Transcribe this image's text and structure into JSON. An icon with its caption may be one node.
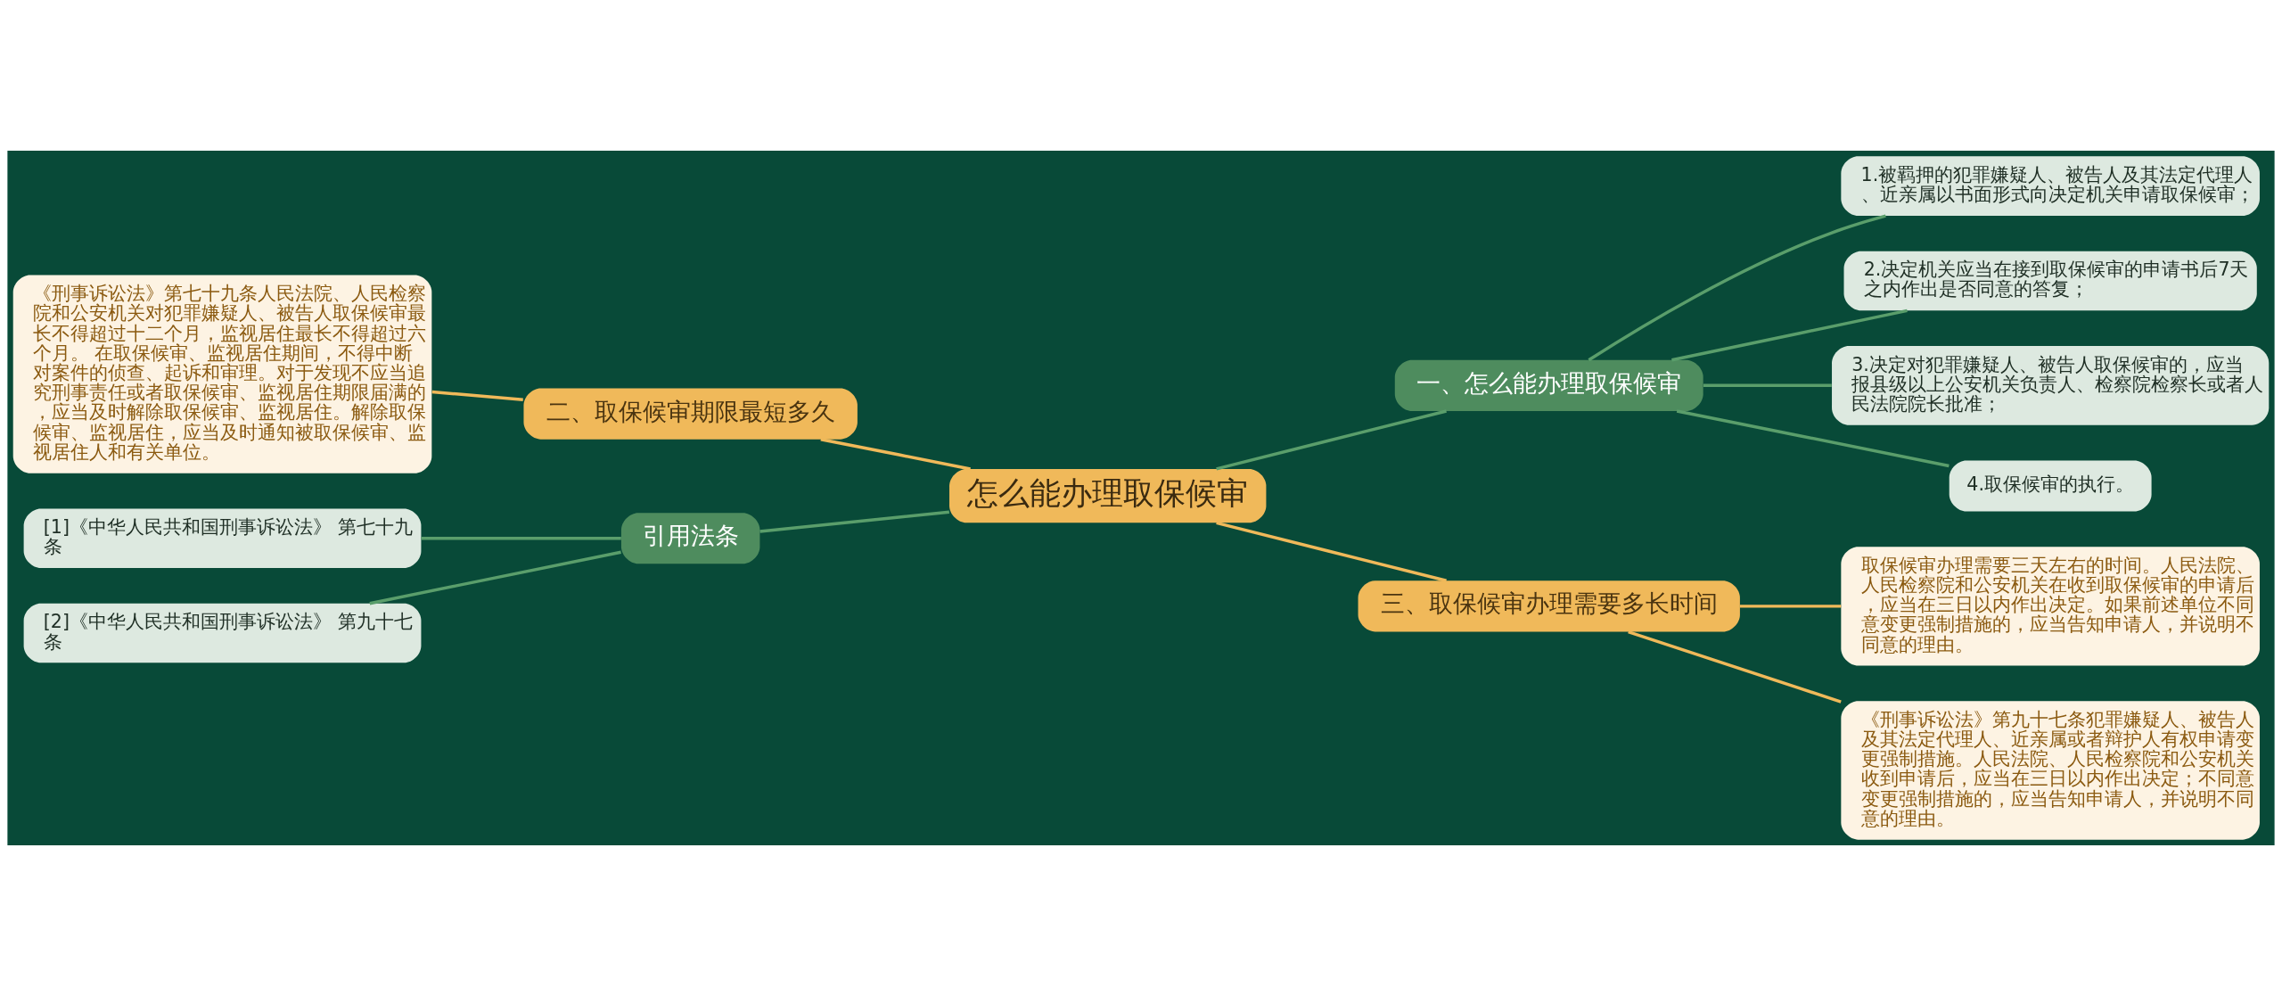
{
  "diagram": {
    "nodes": [
      {
        "text": [
          "怎么能办理取保候审"
        ]
      },
      {
        "text": [
          "一、怎么能办理取保候审"
        ]
      },
      {
        "text": [
          "1.被羁押的犯罪嫌疑人、被告人及其法定代理人、近亲属以书面形式向决定机关申请取保候审；"
        ]
      },
      {
        "text": [
          "2.决定机关应当在接到取保候审的申请书后7天之内作出是否同意的答复；"
        ]
      },
      {
        "text": [
          "3.决定对犯罪嫌疑人、被告人取保候审的，应当报县级以上公安机关负责人、检察院检察长或者人民法院院长批准；"
        ]
      },
      {
        "text": [
          "4.取保候审的执行。"
        ]
      },
      {
        "text": [
          "二、取保候审期限最短多久"
        ]
      },
      {
        "text": [
          "《刑事诉讼法》第七十九条人民法院、人民检察院和公安机关对犯罪嫌疑人、被告人取保候审最长不得超过十二个月，监视居住最长不得超过六个月。 在取保候审、监视居住期间，不得中断对案件的侦查、起诉和审理。对于发现不应当追究刑事责任或者取保候审、监视居住期限届满的，应当及时解除取保候审、监视居住。解除取保候审、监视居住，应当及时通知被取保候审、监视居住人和有关单位。"
        ]
      },
      {
        "text": [
          "三、取保候审办理需要多长时间"
        ]
      },
      {
        "text": [
          "取保候审办理需要三天左右的时间。人民法院、人民检察院和公安机关在收到取保候审的申请后，应当在三日以内作出决定。如果前述单位不同意变更强制措施的，应当告知申请人，并说明不同意的理由。"
        ]
      },
      {
        "text": [
          "《刑事诉讼法》第九十七条犯罪嫌疑人、被告人及其法定代理人、近亲属或者辩护人有权申请变更强制措施。人民法院、人民检察院和公安机关收到申请后，应当在三日以内作出决定；不同意变更强制措施的，应当告知申请人，并说明不同意的理由。"
        ]
      },
      {
        "text": [
          "引用法条"
        ]
      },
      {
        "text": [
          "[1]《中华人民共和国刑事诉讼法》 第七十九条"
        ]
      },
      {
        "text": [
          "[2]《中华人民共和国刑事诉讼法》 第九十七条"
        ]
      }
    ],
    "edges": [
      {
        "from": 0,
        "to": 1,
        "arrow": "none"
      },
      {
        "from": 1,
        "to": 2,
        "arrow": "none"
      },
      {
        "from": 1,
        "to": 3,
        "arrow": "none"
      },
      {
        "from": 1,
        "to": 4,
        "arrow": "none"
      },
      {
        "from": 1,
        "to": 5,
        "arrow": "none"
      },
      {
        "from": 0,
        "to": 6,
        "arrow": "none",
        "color": "#f0b95a"
      },
      {
        "from": 6,
        "to": 7,
        "arrow": "none",
        "color": "#f0b95a"
      },
      {
        "from": 0,
        "to": 8,
        "arrow": "none",
        "color": "#f0b95a"
      },
      {
        "from": 8,
        "to": 9,
        "arrow": "none",
        "color": "#f0b95a"
      },
      {
        "from": 8,
        "to": 10,
        "arrow": "none",
        "color": "#f0b95a"
      },
      {
        "from": 0,
        "to": 11,
        "arrow": "none"
      },
      {
        "from": 11,
        "to": 12,
        "arrow": "none"
      },
      {
        "from": 11,
        "to": 13,
        "arrow": "none"
      }
    ]
  }
}
